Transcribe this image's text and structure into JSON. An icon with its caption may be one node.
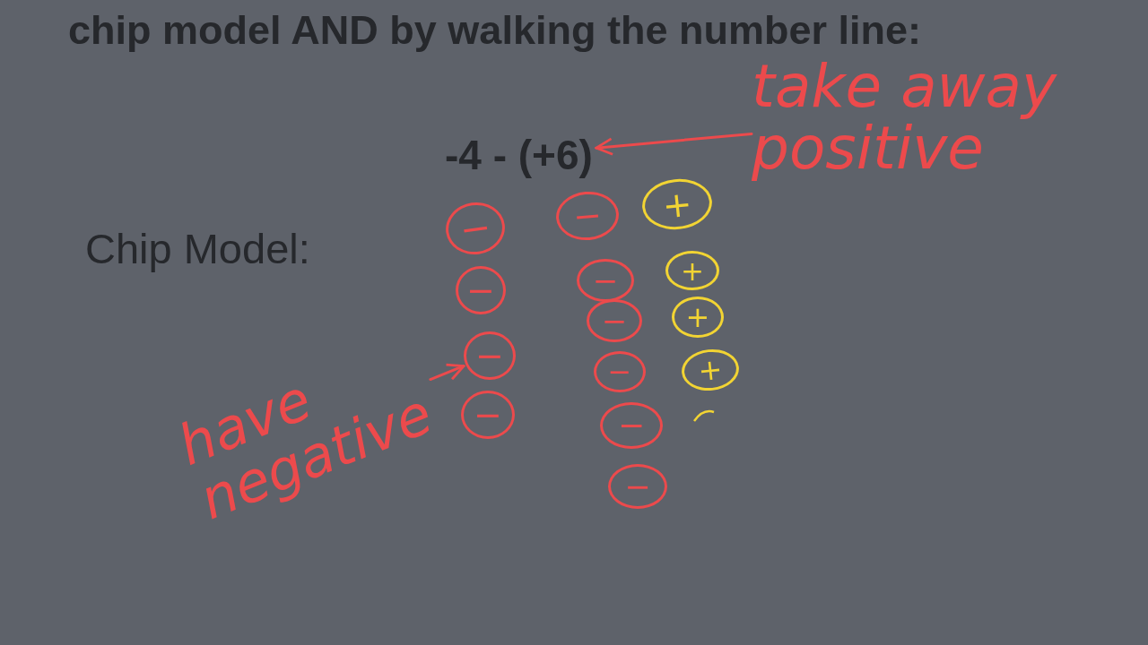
{
  "diagram": {
    "title": "chip model AND by walking the number line:",
    "nodes": [
      {
        "text": [
          "-4 - (+6)"
        ]
      },
      {
        "text": [
          "take away positive"
        ]
      },
      {
        "text": [
          "have negative"
        ]
      },
      {
        "text": [
          "−"
        ]
      },
      {
        "text": [
          "−"
        ]
      },
      {
        "text": [
          "−"
        ]
      },
      {
        "text": [
          "−"
        ]
      },
      {
        "text": [
          "−"
        ]
      },
      {
        "text": [
          "−"
        ]
      },
      {
        "text": [
          "−"
        ]
      },
      {
        "text": [
          "−"
        ]
      },
      {
        "text": [
          "−"
        ]
      },
      {
        "text": [
          "−"
        ]
      },
      {
        "text": [
          "+"
        ]
      },
      {
        "text": [
          "+"
        ]
      },
      {
        "text": [
          "+"
        ]
      },
      {
        "text": [
          "+"
        ]
      }
    ],
    "edges": [
      {
        "from": 1,
        "to": 0,
        "arrow": "to"
      },
      {
        "from": 2,
        "to": 5,
        "arrow": "to"
      }
    ],
    "labels": [
      "Chip Model:"
    ]
  }
}
